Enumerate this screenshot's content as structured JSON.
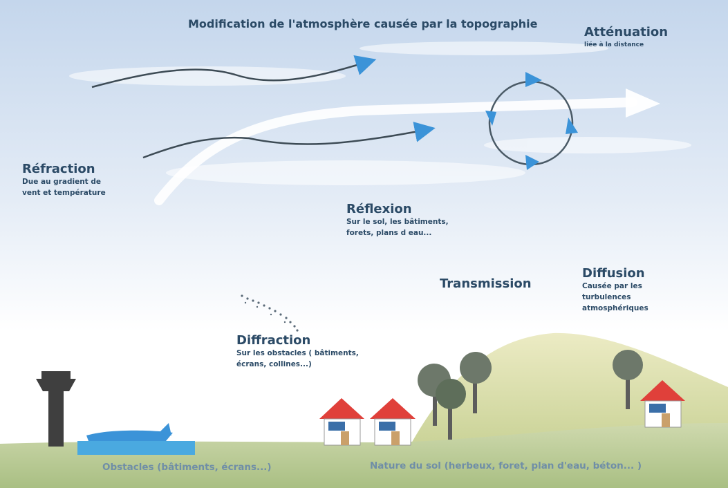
{
  "title": "Modification de l'atmosphère causée par la topographie",
  "labels": {
    "attenuation": {
      "heading": "Atténuation",
      "detail": "liée à la distance"
    },
    "refraction": {
      "heading": "Réfraction",
      "detail_1": "Due au gradient de",
      "detail_2": "vent et température"
    },
    "reflexion": {
      "heading": "Réflexion",
      "detail_1": "Sur le sol, les bâtiments,",
      "detail_2": "forets, plans d eau..."
    },
    "transmission": {
      "heading": "Transmission"
    },
    "diffusion": {
      "heading": "Diffusion",
      "detail_1": "Causée par les",
      "detail_2": "turbulences",
      "detail_3": "atmosphériques"
    },
    "diffraction": {
      "heading": "Diffraction",
      "detail_1": "Sur les obstacles ( bâtiments,",
      "detail_2": "écrans, collines...)"
    }
  },
  "ground": {
    "obstacles": "Obstacles (bâtiments, écrans...)",
    "nature_sol": "Nature du sol (herbeux, foret, plan d'eau, béton... )"
  },
  "colors": {
    "sky_top": "#c9d9ee",
    "sky_bottom": "#ffffff",
    "text": "#2b4a66",
    "arrow_blue": "#3b93d8",
    "roof": "#e0403a",
    "hill": "#d9d6a0",
    "grass": "#b5c98a",
    "tree": "#5e6e5a"
  }
}
